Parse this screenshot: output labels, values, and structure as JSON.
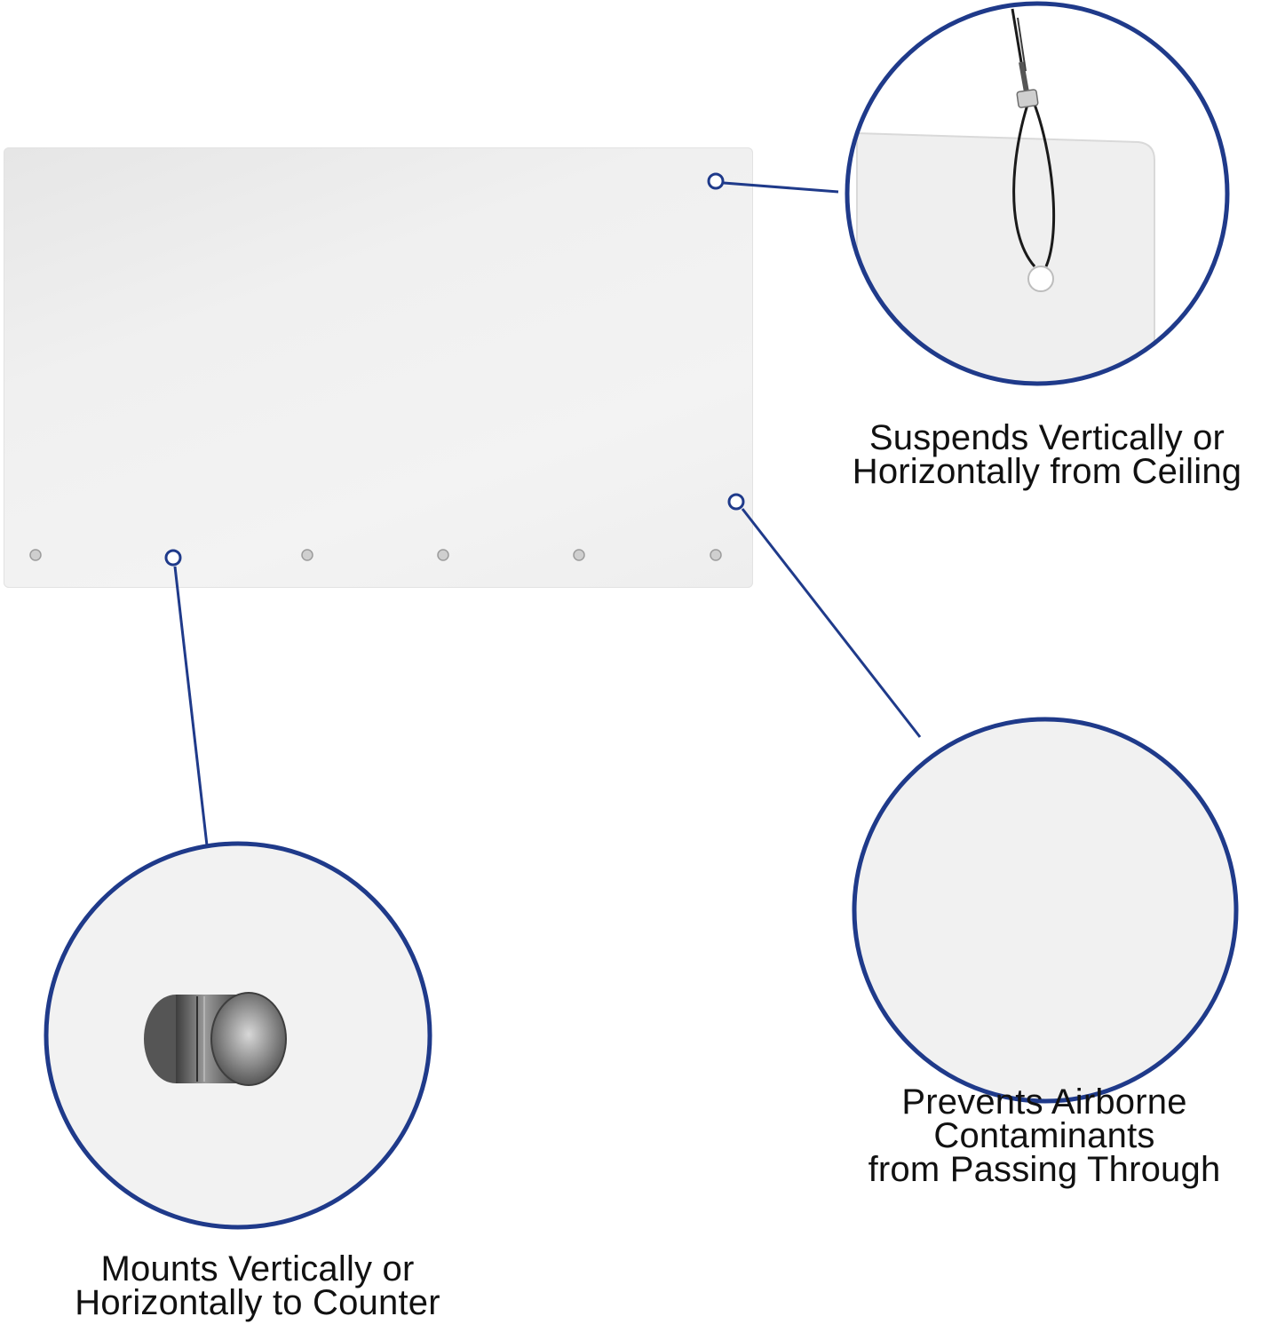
{
  "features": {
    "ceiling": {
      "caption": "Suspends Vertically or\nHorizontally from Ceiling"
    },
    "barrier": {
      "caption": "Prevents Airborne\nContaminants\nfrom Passing Through"
    },
    "counter": {
      "caption": "Mounts Vertically or\nHorizontally to Counter"
    }
  },
  "colors": {
    "accent": "#1f3a8a",
    "text": "#111111",
    "panel": "#eeeeee"
  }
}
